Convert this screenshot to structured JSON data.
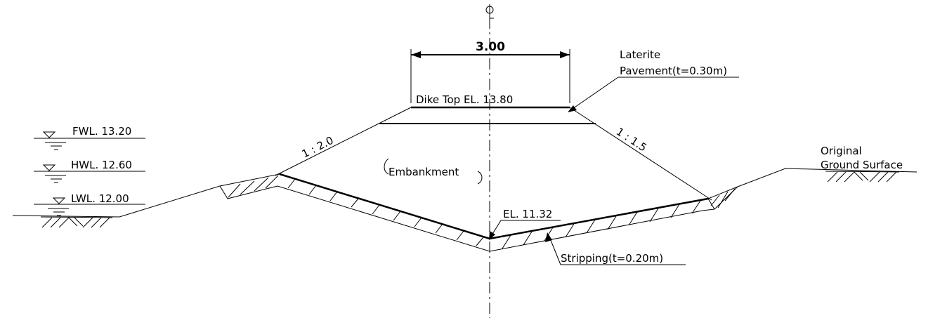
{
  "centerline": {
    "symbol": "CL"
  },
  "dimension": {
    "width": "3.00"
  },
  "labels": {
    "laterite_line1": "Laterite",
    "laterite_line2": "Pavement(t=0.30m)",
    "dike_top": "Dike Top EL. 13.80",
    "slope_left": "1 : 2.0",
    "slope_right": "1 : 1.5",
    "embankment": "Embankment",
    "el_bottom": "EL. 11.32",
    "stripping": "Stripping(t=0.20m)",
    "ground_line1": "Original",
    "ground_line2": "Ground Surface"
  },
  "water_levels": [
    {
      "label": "FWL. 13.20"
    },
    {
      "label": "HWL. 12.60"
    },
    {
      "label": "LWL. 12.00"
    }
  ],
  "colors": {
    "line": "#000000",
    "background": "#ffffff"
  }
}
